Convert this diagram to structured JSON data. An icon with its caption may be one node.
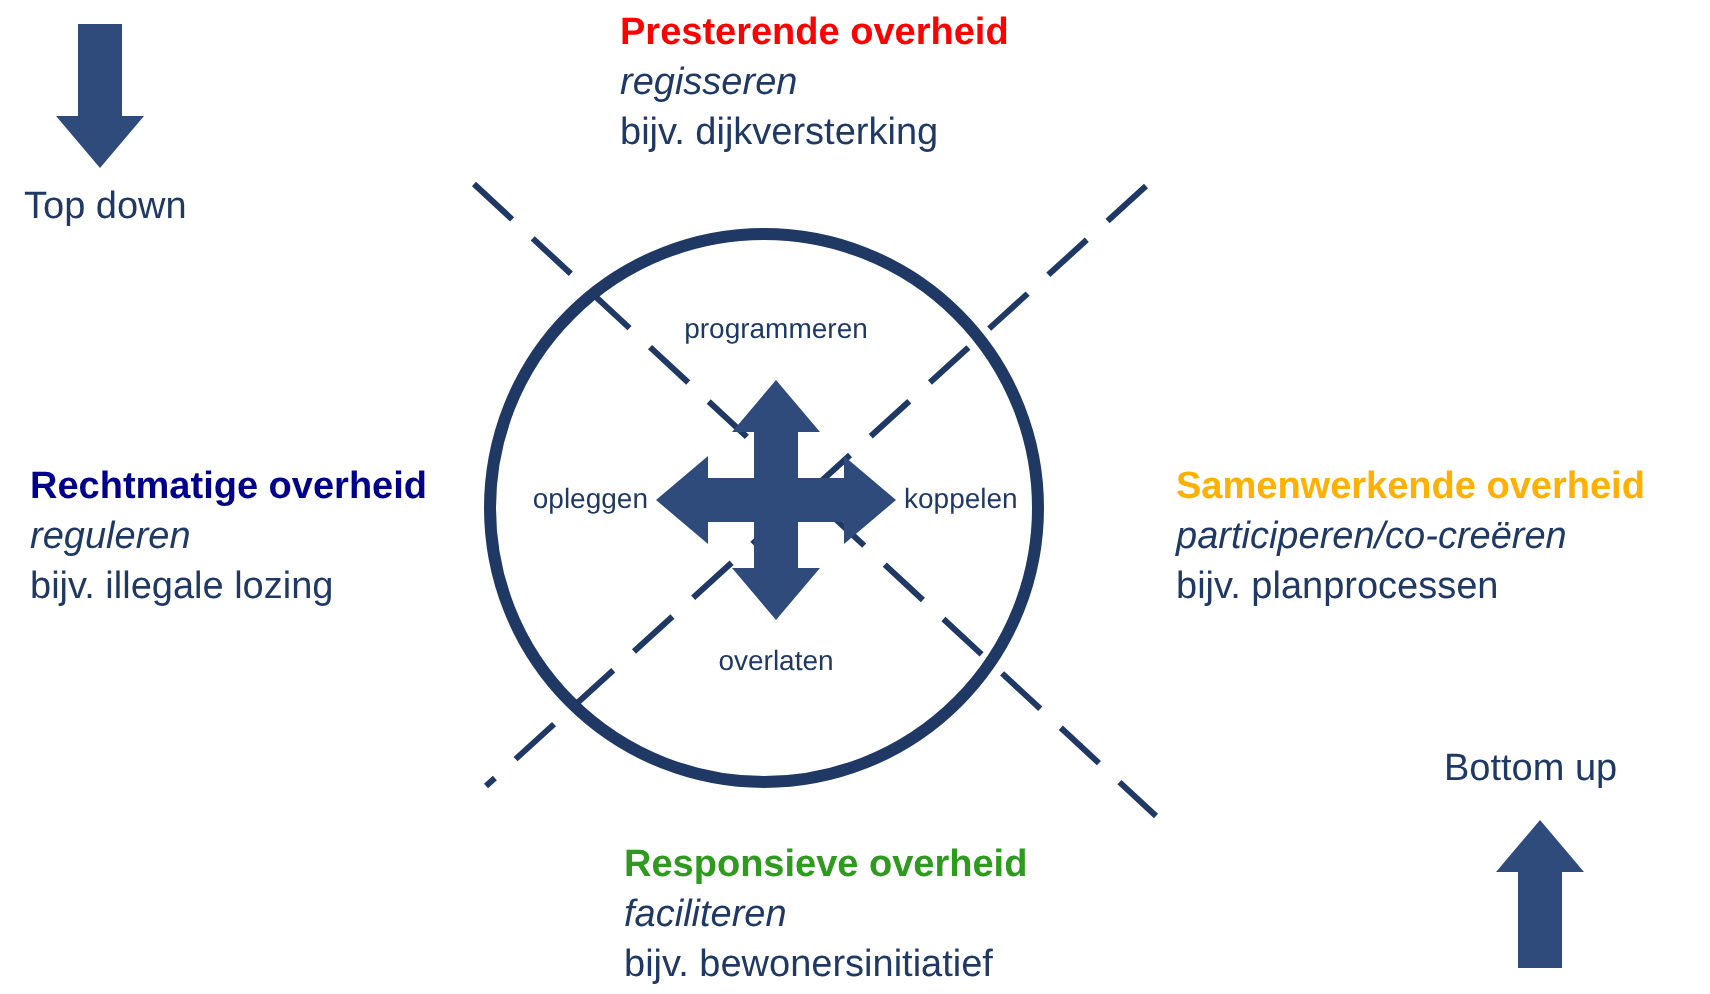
{
  "diagram": {
    "nodes": [
      {
        "text": [
          "Presterende overheid",
          "regisseren",
          "bijv. dijkversterking"
        ]
      },
      {
        "text": [
          "Rechtmatige overheid",
          "reguleren",
          "bijv. illegale lozing"
        ]
      },
      {
        "text": [
          "programmeren",
          "opleggen",
          "koppelen",
          "overlaten"
        ]
      },
      {
        "text": [
          "Samenwerkende overheid",
          "participeren/co-creëren",
          "bijv. planprocessen"
        ]
      },
      {
        "text": [
          "Responsieve overheid",
          "faciliteren",
          "bijv. bewonersinitiatief"
        ]
      }
    ],
    "edges": [],
    "labels": [
      "Top down",
      "Bottom up"
    ]
  }
}
